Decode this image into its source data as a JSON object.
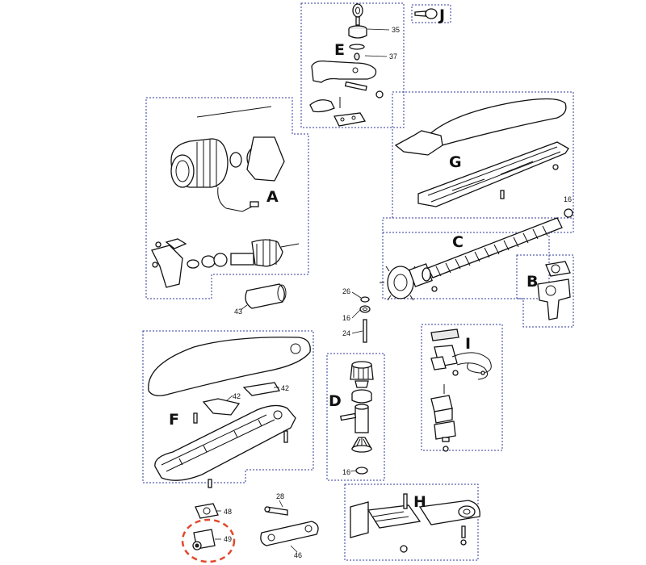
{
  "groups": {
    "A": "A",
    "B": "B",
    "C": "C",
    "D": "D",
    "E": "E",
    "F": "F",
    "G": "G",
    "H": "H",
    "I": "I",
    "J": "J"
  },
  "part_numbers": {
    "p35": "35",
    "p37": "37",
    "p16_g": "16",
    "p43": "43",
    "p26": "26",
    "p16_upper": "16",
    "p24": "24",
    "p16_d": "16",
    "p42_a": "42",
    "p42_b": "42",
    "p48": "48",
    "p49": "49",
    "p28": "28",
    "p46": "46"
  },
  "highlight": {
    "part": "49",
    "color": "#e2492a"
  },
  "colors": {
    "frame": "#2c3a9a",
    "ink": "#111111"
  }
}
